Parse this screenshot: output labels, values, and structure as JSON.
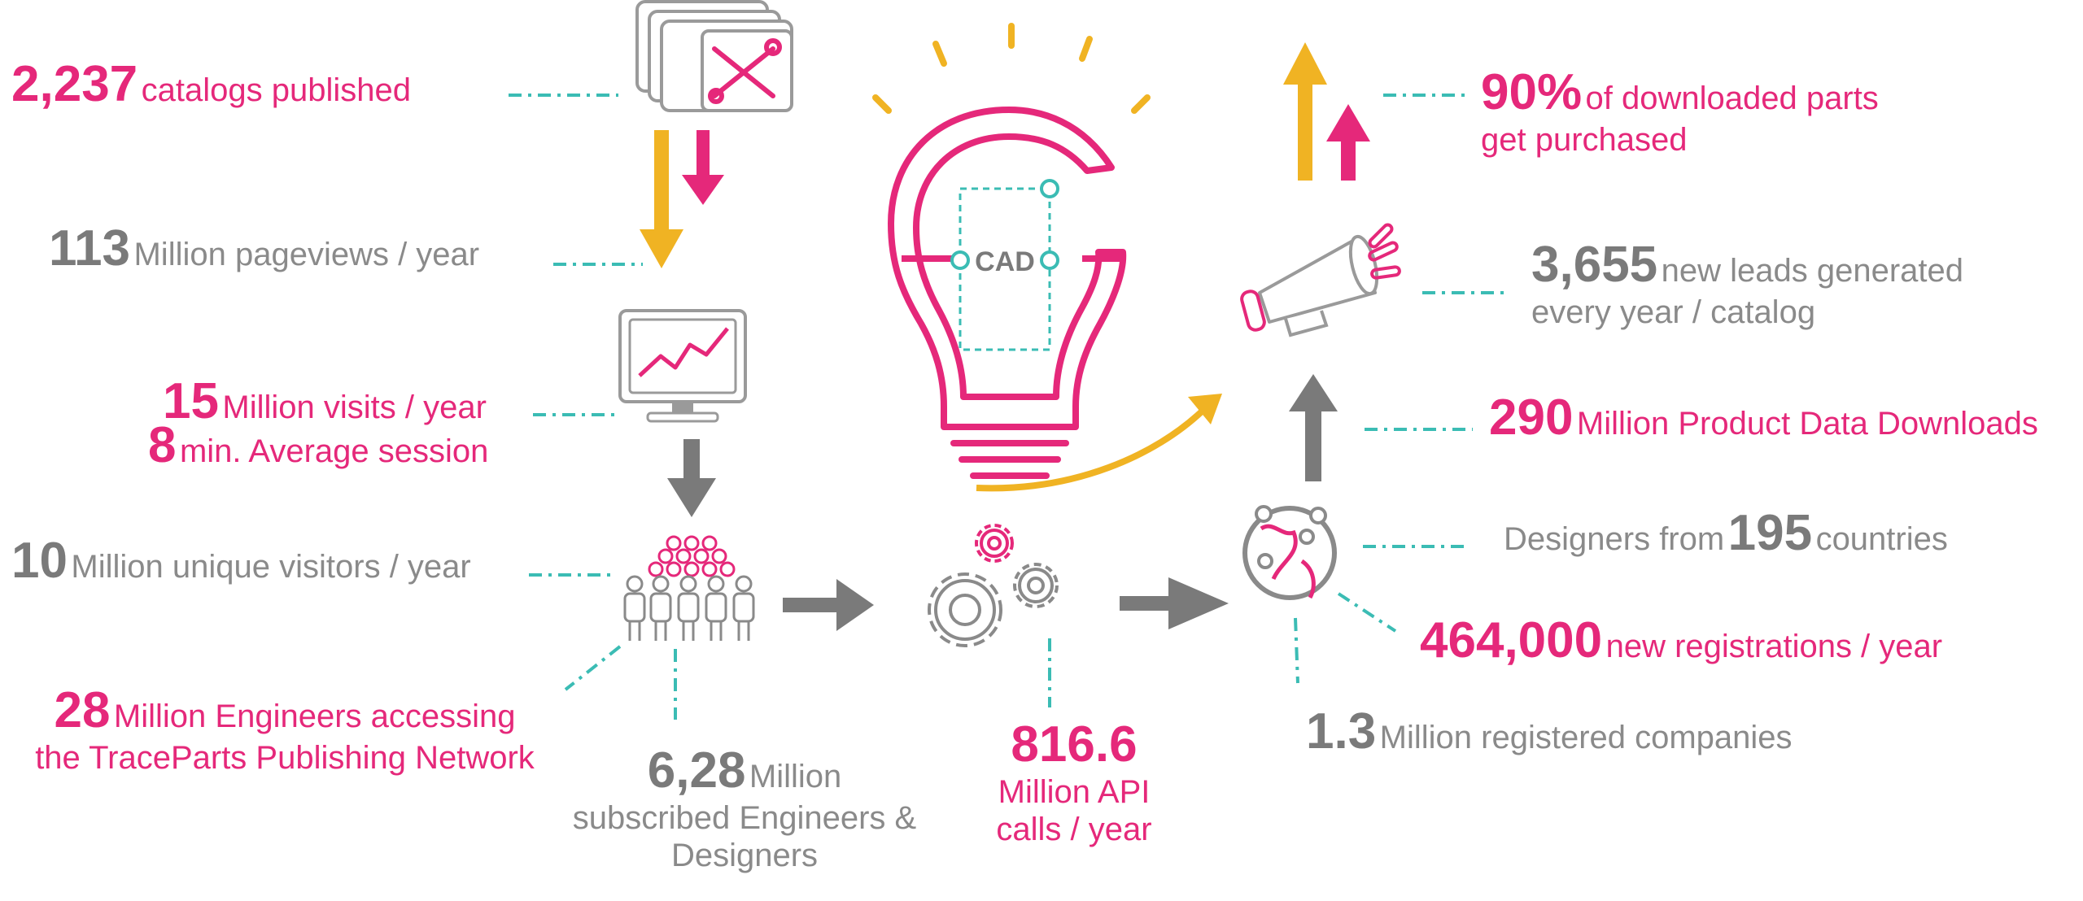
{
  "colors": {
    "pink": "#e5287a",
    "gray": "#7a7a7a",
    "teal": "#3bbcb4",
    "yellow": "#f0b323"
  },
  "stats": {
    "catalogs": {
      "number": "2,237",
      "label": "catalogs published"
    },
    "pageviews": {
      "number": "113",
      "label": "Million pageviews / year"
    },
    "visits": {
      "number": "15",
      "label": "Million visits / year"
    },
    "session": {
      "number": "8",
      "label": "min. Average session"
    },
    "unique_visitors": {
      "number": "10",
      "label": "Million unique visitors / year"
    },
    "engineers": {
      "number": "28",
      "label_line1": "Million Engineers accessing",
      "label_line2": "the TraceParts Publishing Network"
    },
    "subscribed": {
      "number": "6,28",
      "label_line1": "Million",
      "label_line2": "subscribed Engineers &",
      "label_line3": "Designers"
    },
    "api_calls": {
      "number": "816.6",
      "label_line1": "Million API",
      "label_line2": "calls / year"
    },
    "companies": {
      "number": "1.3",
      "label": "Million registered companies"
    },
    "registrations": {
      "number": "464,000",
      "label": "new registrations / year"
    },
    "countries": {
      "prefix": "Designers from",
      "number": "195",
      "label": "countries"
    },
    "downloads": {
      "number": "290",
      "label": "Million Product Data Downloads"
    },
    "leads": {
      "number": "3,655",
      "label_line1": "new leads generated",
      "label_line2": "every year / catalog"
    },
    "purchased": {
      "number": "90%",
      "label_line1": "of downloaded parts",
      "label_line2": "get purchased"
    }
  },
  "icons": {
    "catalog": "catalog-tools-icon",
    "monitor": "trend-monitor-icon",
    "people": "people-crowd-icon",
    "gears": "gears-icon",
    "bulb": "cad-lightbulb-icon",
    "globe": "globe-pins-icon",
    "megaphone": "megaphone-icon"
  },
  "bulb_text": "CAD"
}
